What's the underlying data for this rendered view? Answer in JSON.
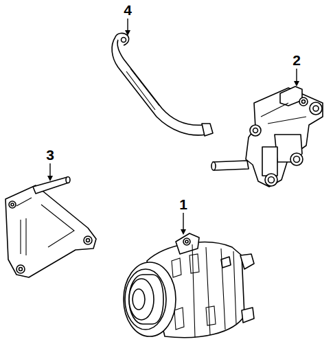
{
  "diagram": {
    "labels": [
      "4",
      "2",
      "3",
      "1"
    ]
  }
}
